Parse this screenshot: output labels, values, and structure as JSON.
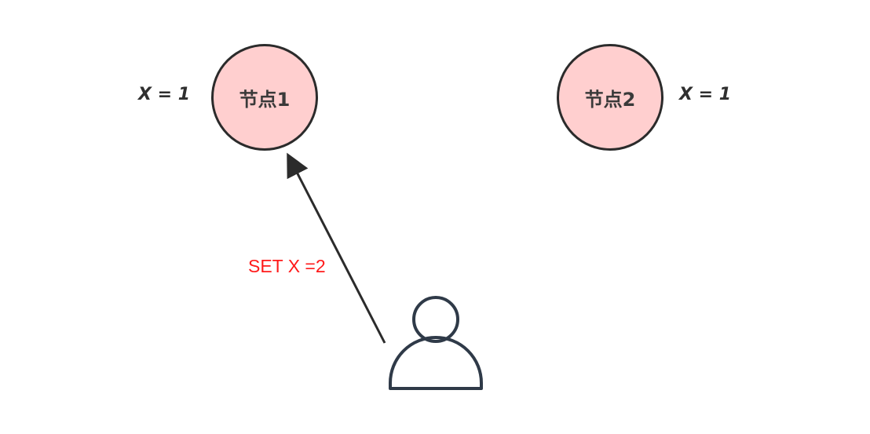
{
  "nodes": [
    {
      "label": "节点1",
      "value_label": "X = 1"
    },
    {
      "label": "节点2",
      "value_label": "X = 1"
    }
  ],
  "request": {
    "label": "SET X =2"
  },
  "icons": {
    "client": "user-icon"
  },
  "colors": {
    "node_fill": "#ffcfcf",
    "node_stroke": "#2b2b2b",
    "request_text": "#ff1a1a",
    "icon_stroke": "#2f3a48"
  }
}
